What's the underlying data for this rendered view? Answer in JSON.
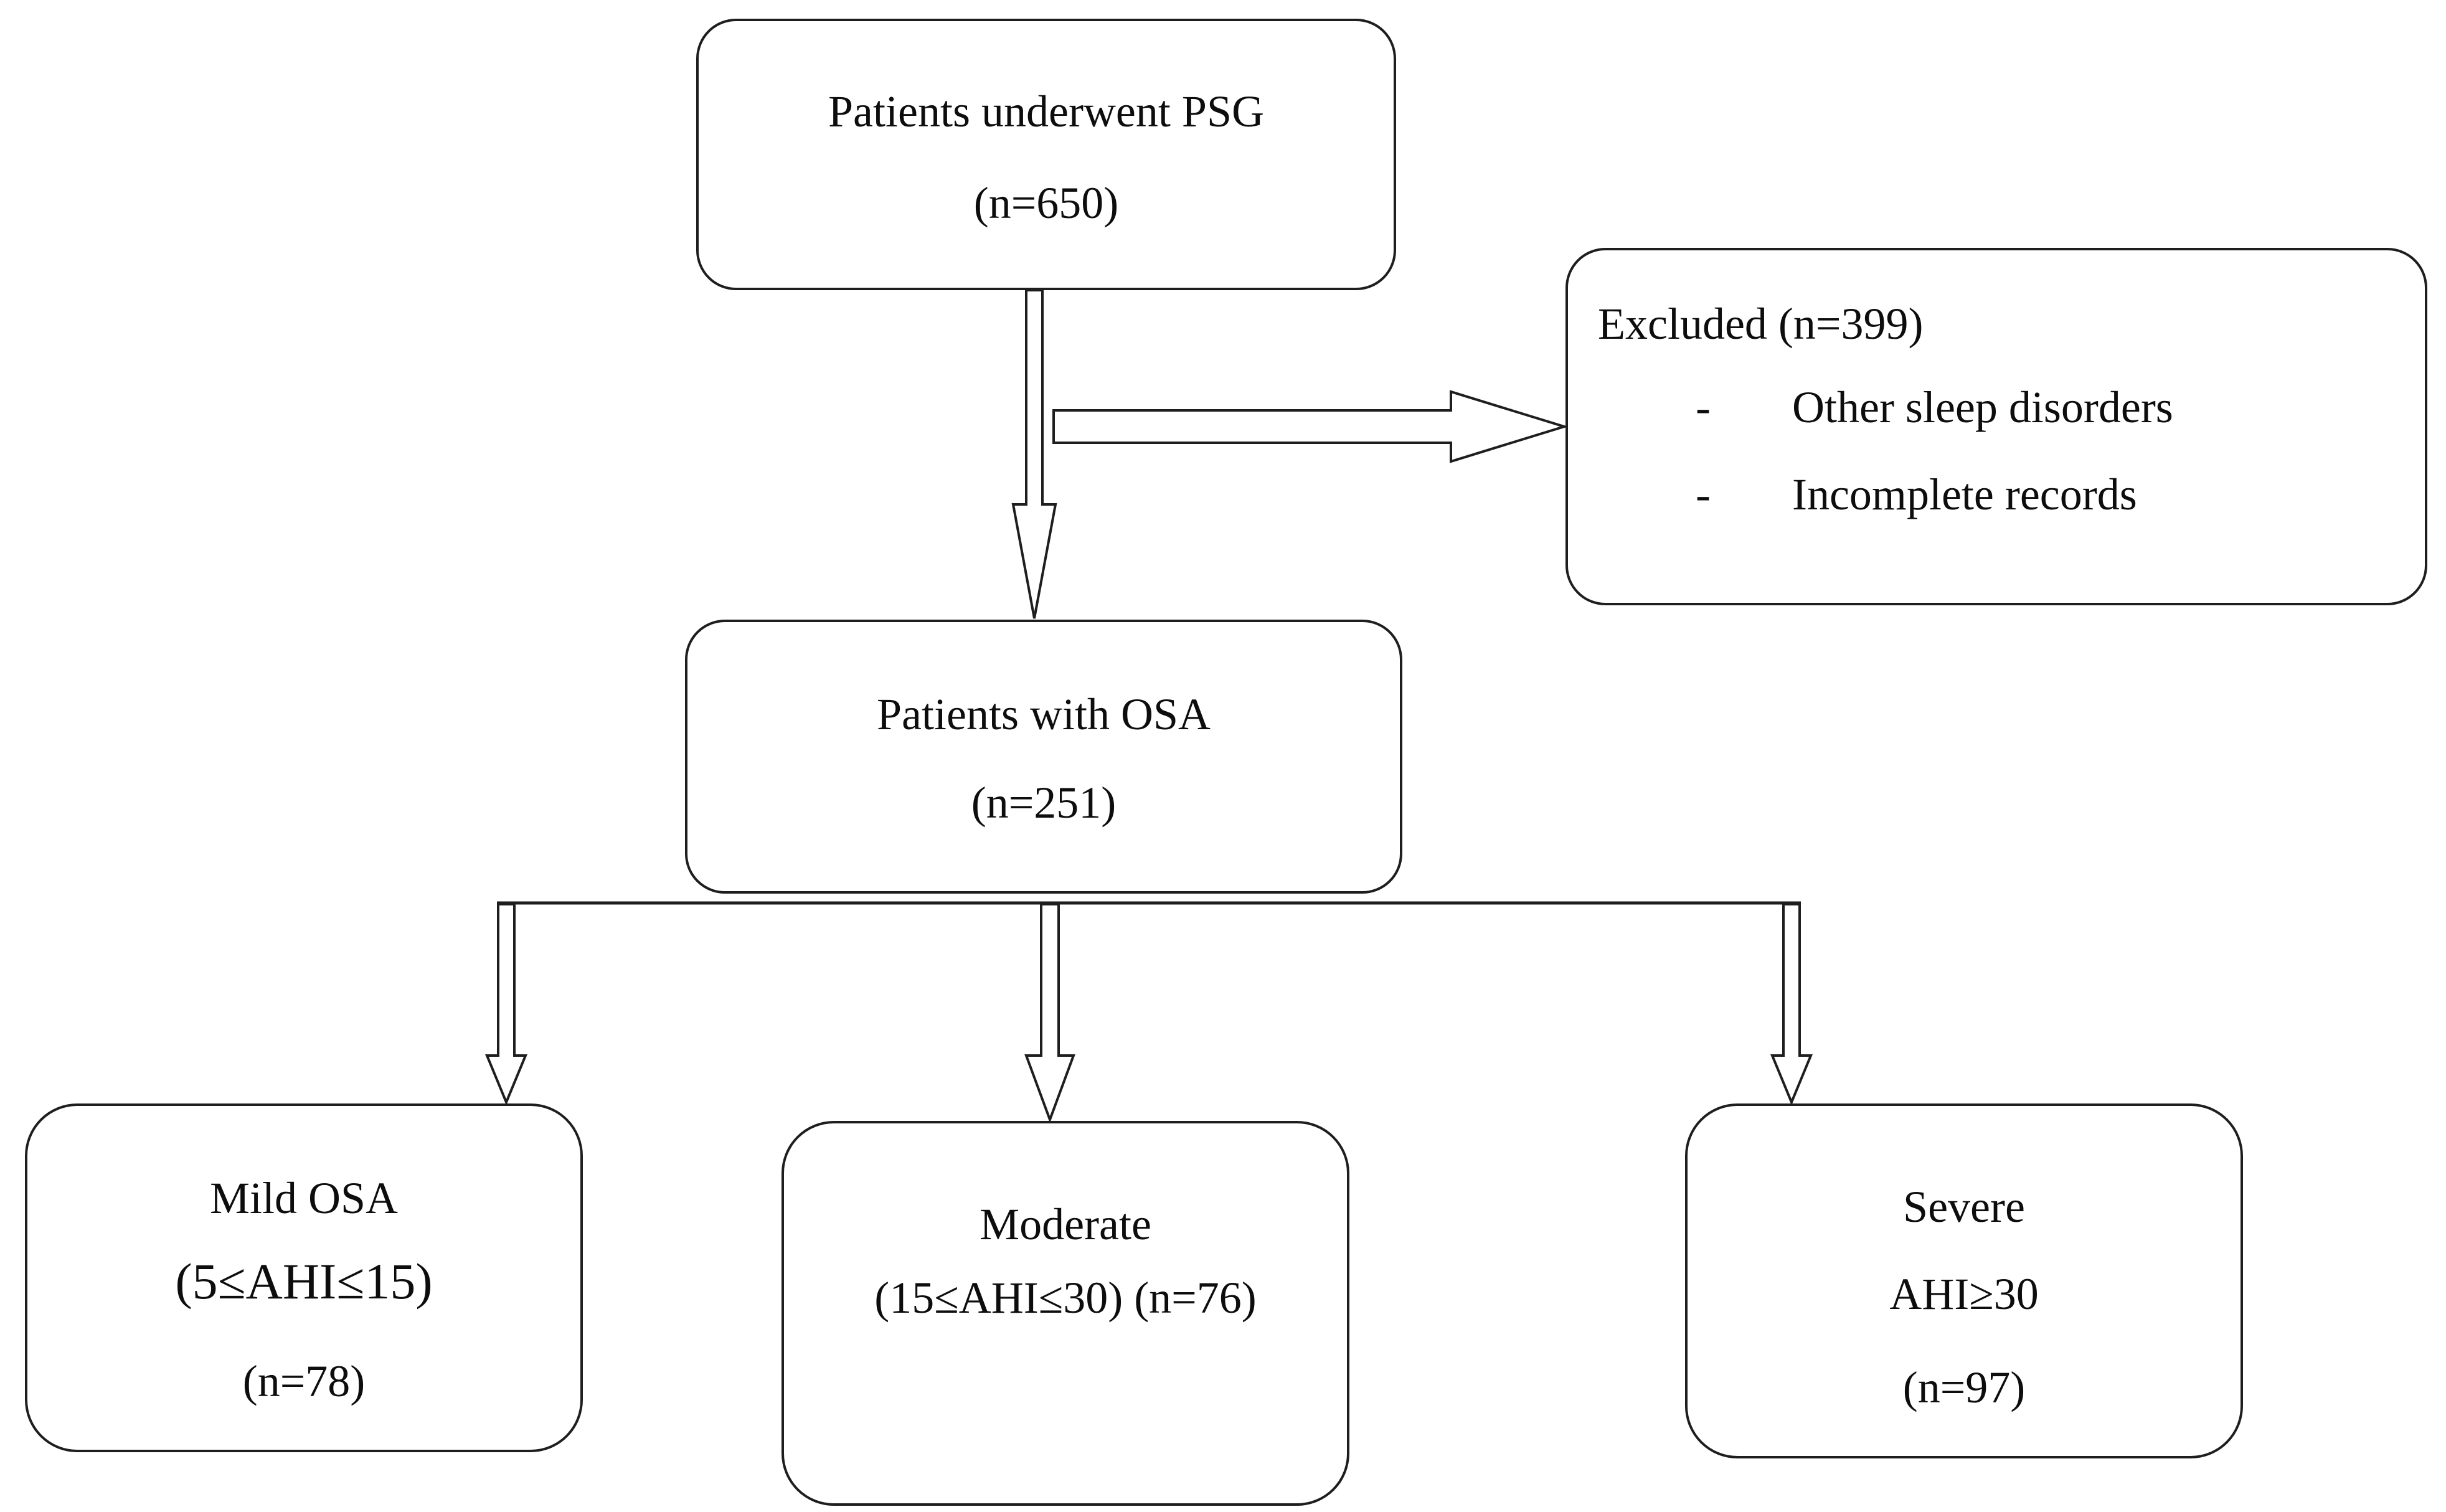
{
  "diagram": {
    "boxes": {
      "psg": {
        "line1": "Patients underwent PSG",
        "line2": "(n=650)"
      },
      "excluded": {
        "title": "Excluded (n=399)",
        "items": [
          {
            "bullet": "-",
            "text": "Other sleep disorders"
          },
          {
            "bullet": "-",
            "text": "Incomplete records"
          }
        ]
      },
      "osa": {
        "line1": "Patients with OSA",
        "line2": "(n=251)"
      },
      "mild": {
        "line1": "Mild OSA",
        "line2": "(5≤AHI≤15)",
        "line3": "(n=78)"
      },
      "moderate": {
        "line1": "Moderate",
        "line2": "(15≤AHI≤30) (n=76)"
      },
      "severe": {
        "line1": "Severe",
        "line2": "AHI≥30",
        "line3": "(n=97)"
      }
    },
    "colors": {
      "ink": "#1e1e1e",
      "paper": "#ffffff"
    }
  }
}
